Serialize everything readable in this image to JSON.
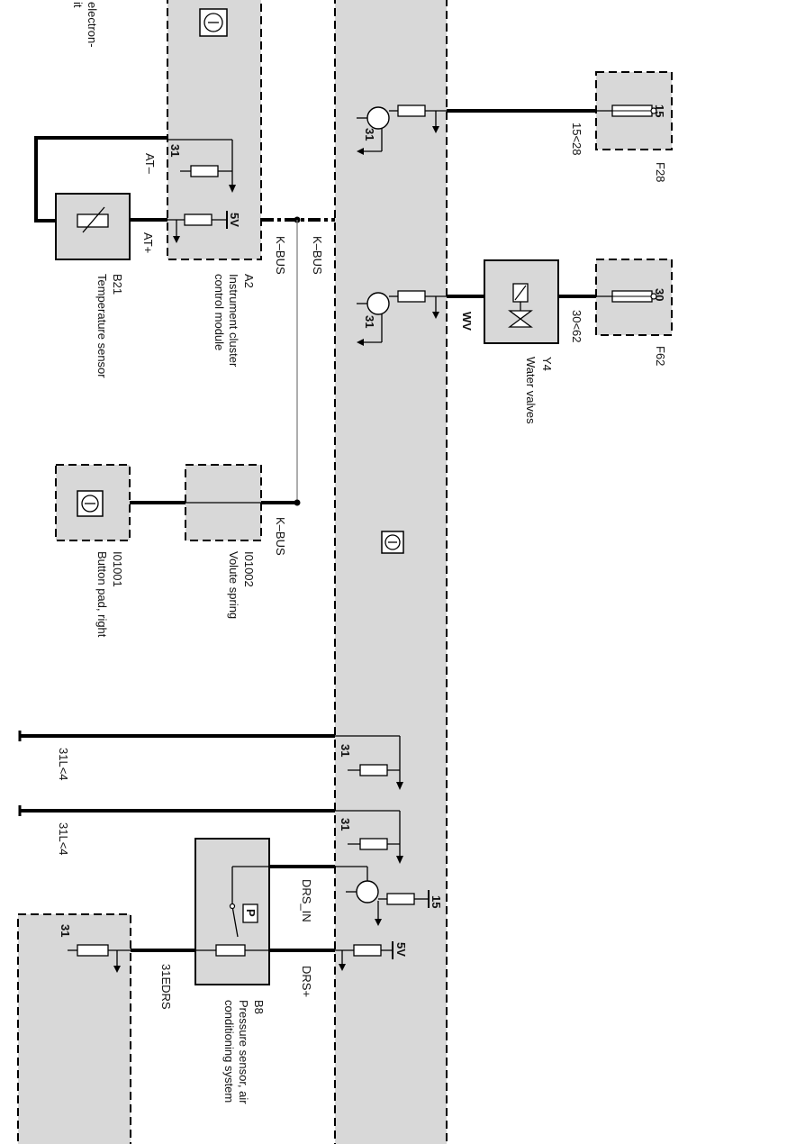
{
  "colors": {
    "module_fill": "#d8d8d8",
    "wire": "#000000",
    "background": "#ffffff"
  },
  "labels": {
    "top_left_frag1": "electron-",
    "top_left_frag2": "it",
    "at_minus": "AT–",
    "at_plus": "AT+",
    "pin_31_a2": "31",
    "v5_a2": "5V",
    "kbus_a2": "K–BUS",
    "kbus_main": "K–BUS",
    "kbus_i01002": "K–BUS",
    "pin_31_f28": "31",
    "pin_31_y4": "31",
    "f28_pin": "15",
    "f28_wire": "15<28",
    "f28_code": "F28",
    "f62_pin": "30",
    "f62_wire": "30<62",
    "f62_code": "F62",
    "wv": "WV",
    "pin_31_ground1": "31",
    "pin_31_ground2": "31",
    "wire_31l_1": "31L<4",
    "wire_31l_2": "31L<4",
    "pin_15_drs": "15",
    "pin_5v_drs": "5V",
    "drs_in": "DRS_IN",
    "drs_plus": "DRS+",
    "p_symbol": "P",
    "pin_31_left": "31",
    "wire_31edrs": "31EDRS"
  },
  "components": {
    "b21": {
      "code": "B21",
      "name": "Temperature sensor"
    },
    "a2": {
      "code": "A2",
      "name_line1": "Instrument cluster",
      "name_line2": "control module"
    },
    "y4": {
      "code": "Y4",
      "name": "Water valves"
    },
    "i01002": {
      "code": "I01002",
      "name": "Volute spring"
    },
    "i01001": {
      "code": "I01001",
      "name": "Button pad, right"
    },
    "b8": {
      "code": "B8",
      "name_line1": "Pressure sensor, air",
      "name_line2": "conditioning system"
    }
  },
  "icons": [
    "module-symbol-icon",
    "resistor-icon",
    "transistor-icon",
    "ground-icon",
    "fuse-icon",
    "solenoid-valve-icon",
    "variable-resistor-icon"
  ]
}
